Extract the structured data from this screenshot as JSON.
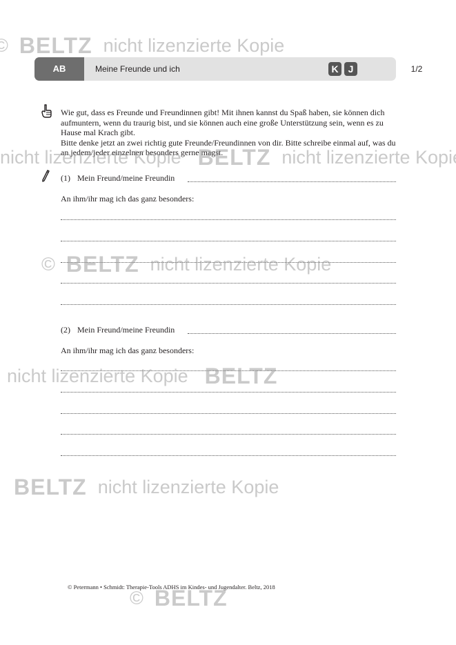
{
  "header": {
    "tag": "AB",
    "title": "Meine Freunde und ich",
    "badges": [
      "K",
      "J"
    ],
    "page": "1/2"
  },
  "intro": {
    "p1": "Wie gut, dass es Freunde und Freundinnen gibt! Mit ihnen kannst du Spaß haben, sie können dich aufmuntern, wenn du traurig bist, und sie können auch eine große Unterstützung sein, wenn es zu Hause mal Krach gibt.",
    "p2": "Bitte denke jetzt an zwei richtig gute Freunde/Freundinnen von dir. Bitte schreibe einmal auf, was du an jedem/jeder einzelnen besonders gerne magst."
  },
  "sections": [
    {
      "number": "(1)",
      "label": "Mein Freund/meine Freundin",
      "sub": "An ihm/ihr mag ich das ganz besonders:"
    },
    {
      "number": "(2)",
      "label": "Mein Freund/meine Freundin",
      "sub": "An ihm/ihr mag ich das ganz besonders:"
    }
  ],
  "footer": "© Petermann • Schmidt: Therapie-Tools ADHS im Kindes- und Jugendalter. Beltz, 2018",
  "watermark": {
    "symbol": "©",
    "logo": "BELTZ",
    "text": "nicht lizenzierte Kopie"
  },
  "icons": {
    "intro": "pointing-hand-icon",
    "write": "pencil-icon"
  }
}
